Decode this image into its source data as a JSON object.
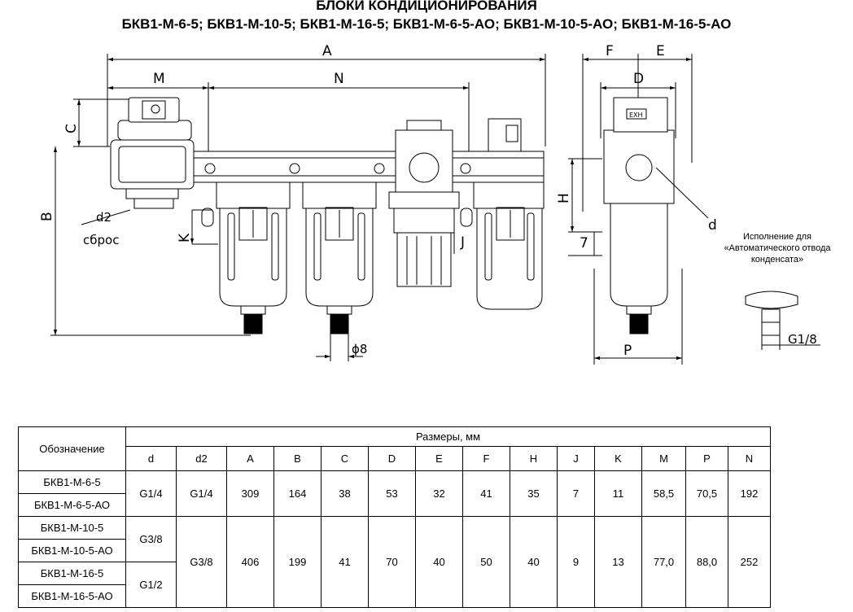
{
  "title_line1": "Блоки кондиционирования",
  "title_line2": "БКВ1-М-6-5; БКВ1-М-10-5; БКВ1-М-16-5; БКВ1-М-6-5-АО; БКВ1-М-10-5-АО; БКВ1-М-16-5-АО",
  "drawing": {
    "labels": {
      "A": "A",
      "M": "M",
      "N": "N",
      "C": "C",
      "B": "B",
      "K": "K",
      "J": "J",
      "F": "F",
      "E": "E",
      "D": "D",
      "H": "H",
      "P": "P",
      "seven": "7",
      "d": "d",
      "d2": "d2",
      "sbros": "сброс",
      "phi8": "ϕ8",
      "g18": "G1/8",
      "exh": "EXH"
    },
    "note": "Исполнение для «Автоматического отвода конденсата»"
  },
  "table": {
    "designation_header": "Обозначение",
    "sizes_header": "Размеры, мм",
    "columns": [
      "d",
      "d2",
      "A",
      "B",
      "C",
      "D",
      "E",
      "F",
      "H",
      "J",
      "K",
      "M",
      "P",
      "N"
    ],
    "models": [
      "БКВ1-М-6-5",
      "БКВ1-М-6-5-АО",
      "БКВ1-М-10-5",
      "БКВ1-М-10-5-АО",
      "БКВ1-М-16-5",
      "БКВ1-М-16-5-АО"
    ],
    "group1": {
      "d": "G1/4",
      "d2": "G1/4",
      "A": "309",
      "B": "164",
      "C": "38",
      "D": "53",
      "E": "32",
      "F": "41",
      "H": "35",
      "J": "7",
      "K": "11",
      "M": "58,5",
      "P": "70,5",
      "N": "192"
    },
    "group2": {
      "d_a": "G3/8",
      "d_b": "G1/2",
      "d2": "G3/8",
      "A": "406",
      "B": "199",
      "C": "41",
      "D": "70",
      "E": "40",
      "F": "50",
      "H": "40",
      "J": "9",
      "K": "13",
      "M": "77,0",
      "P": "88,0",
      "N": "252"
    }
  }
}
